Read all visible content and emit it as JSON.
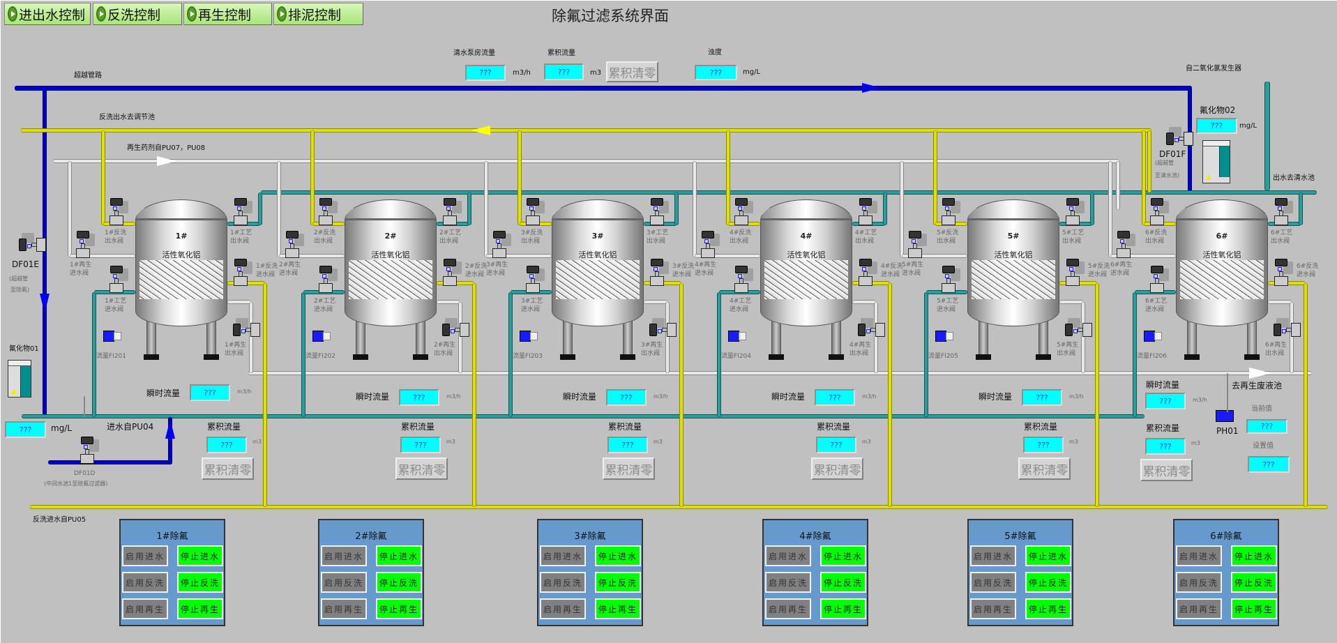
{
  "title": "除氟过滤系统界面",
  "nav_buttons": [
    "进出水控制",
    "反洗控制",
    "再生控制",
    "排泥控制"
  ],
  "pipe_labels": {
    "bypass": "超越管路",
    "backwash_out": "反洗出水去调节池",
    "regen_agent": "再生药剂自PU07，PU08",
    "inlet": "进水自PU04",
    "backwash_in": "反洗进水自PU05",
    "to_waste": "去再生废液池",
    "to_clear": "出水去清水池",
    "from_clo2": "自二氧化氯发生器"
  },
  "top_meters": {
    "clear_flow_label": "清水泵房流量",
    "clear_flow_value": "???",
    "clear_flow_unit": "m3/h",
    "cum_label": "累积流量",
    "cum_value": "???",
    "cum_unit": "m3",
    "reset": "累积清零",
    "turbidity_label": "浊度",
    "turbidity_value": "???",
    "turbidity_unit": "mg/L"
  },
  "fluoride02": {
    "label": "氟化物02",
    "value": "???",
    "unit": "mg/L"
  },
  "fluoride01": {
    "label": "氟化物01",
    "value": "???",
    "unit": "mg/L"
  },
  "valves": {
    "df01f": {
      "name": "DF01F",
      "desc1": "(超越管",
      "desc2": "至清水池)"
    },
    "df01e": {
      "name": "DF01E",
      "desc1": "(超越管",
      "desc2": "至除氟)"
    },
    "df01d": {
      "name": "DF01D",
      "desc1": "(中间水池1至除氟过滤器)"
    }
  },
  "ph": {
    "name": "PH01",
    "current_label": "当前值",
    "current_value": "???",
    "set_label": "设置值",
    "set_value": "???"
  },
  "tanks": [
    {
      "name": "1#",
      "media": "活性氧化铝",
      "v_bw_out": "1#反洗\n出水阀",
      "v_pr_out": "1#工艺\n出水阀",
      "v_rg_in": "1#再生\n进水阀",
      "v_pr_in": "1#工艺\n进水阀",
      "v_bw_in": "1#反洗\n进水阀",
      "v_rg_out": "1#再生\n出水阀",
      "flowmeter": "流量FI201",
      "inst_label": "瞬时流量",
      "inst_value": "???",
      "inst_unit": "m3/h",
      "cum_label": "累积流量",
      "cum_value": "???",
      "cum_unit": "m3",
      "reset": "累积清零"
    },
    {
      "name": "2#",
      "media": "活性氧化铝",
      "v_bw_out": "2#反洗\n出水阀",
      "v_pr_out": "2#工艺\n出水阀",
      "v_rg_in": "2#再生\n进水阀",
      "v_pr_in": "2#工艺\n进水阀",
      "v_bw_in": "2#反洗\n进水阀",
      "v_rg_out": "2#再生\n出水阀",
      "flowmeter": "流量FI202",
      "inst_label": "瞬时流量",
      "inst_value": "???",
      "inst_unit": "m3/h",
      "cum_label": "累积流量",
      "cum_value": "???",
      "cum_unit": "m3",
      "reset": "累积清零"
    },
    {
      "name": "3#",
      "media": "活性氧化铝",
      "v_bw_out": "3#反洗\n出水阀",
      "v_pr_out": "3#工艺\n出水阀",
      "v_rg_in": "3#再生\n进水阀",
      "v_pr_in": "3#工艺\n进水阀",
      "v_bw_in": "3#反洗\n进水阀",
      "v_rg_out": "3#再生\n出水阀",
      "flowmeter": "流量FI203",
      "inst_label": "瞬时流量",
      "inst_value": "???",
      "inst_unit": "m3/h",
      "cum_label": "累积流量",
      "cum_value": "???",
      "cum_unit": "m3",
      "reset": "累积清零"
    },
    {
      "name": "4#",
      "media": "活性氧化铝",
      "v_bw_out": "4#反洗\n出水阀",
      "v_pr_out": "4#工艺\n出水阀",
      "v_rg_in": "4#再生\n进水阀",
      "v_pr_in": "4#工艺\n进水阀",
      "v_bw_in": "4#反洗\n进水阀",
      "v_rg_out": "4#再生\n出水阀",
      "flowmeter": "流量FI204",
      "inst_label": "瞬时流量",
      "inst_value": "???",
      "inst_unit": "m3/h",
      "cum_label": "累积流量",
      "cum_value": "???",
      "cum_unit": "m3",
      "reset": "累积清零"
    },
    {
      "name": "5#",
      "media": "活性氧化铝",
      "v_bw_out": "5#反洗\n出水阀",
      "v_pr_out": "5#工艺\n出水阀",
      "v_rg_in": "5#再生\n进水阀",
      "v_pr_in": "5#工艺\n进水阀",
      "v_bw_in": "5#反洗\n进水阀",
      "v_rg_out": "5#再生\n出水阀",
      "flowmeter": "流量FI205",
      "inst_label": "瞬时流量",
      "inst_value": "???",
      "inst_unit": "m3/h",
      "cum_label": "累积流量",
      "cum_value": "???",
      "cum_unit": "m3",
      "reset": "累积清零"
    },
    {
      "name": "6#",
      "media": "活性氧化铝",
      "v_bw_out": "6#反洗\n出水阀",
      "v_pr_out": "6#工艺\n出水阀",
      "v_rg_in": "6#再生\n进水阀",
      "v_pr_in": "6#工艺\n进水阀",
      "v_bw_in": "6#反洗\n进水阀",
      "v_rg_out": "6#再生\n出水阀",
      "flowmeter": "流量FI206",
      "inst_label": "瞬时流量",
      "inst_value": "???",
      "inst_unit": "m3/h",
      "cum_label": "累积流量",
      "cum_value": "???",
      "cum_unit": "m3",
      "reset": "累积清零"
    }
  ],
  "panels": [
    {
      "title": "1#除氟",
      "buttons": [
        [
          "启用进水",
          "停止进水"
        ],
        [
          "启用反洗",
          "停止反洗"
        ],
        [
          "启用再生",
          "停止再生"
        ]
      ]
    },
    {
      "title": "2#除氟",
      "buttons": [
        [
          "启用进水",
          "停止进水"
        ],
        [
          "启用反洗",
          "停止反洗"
        ],
        [
          "启用再生",
          "停止再生"
        ]
      ]
    },
    {
      "title": "3#除氟",
      "buttons": [
        [
          "启用进水",
          "停止进水"
        ],
        [
          "启用反洗",
          "停止反洗"
        ],
        [
          "启用再生",
          "停止再生"
        ]
      ]
    },
    {
      "title": "4#除氟",
      "buttons": [
        [
          "启用进水",
          "停止进水"
        ],
        [
          "启用反洗",
          "停止反洗"
        ],
        [
          "启用再生",
          "停止再生"
        ]
      ]
    },
    {
      "title": "5#除氟",
      "buttons": [
        [
          "启用进水",
          "停止进水"
        ],
        [
          "启用反洗",
          "停止反洗"
        ],
        [
          "启用再生",
          "停止再生"
        ]
      ]
    },
    {
      "title": "6#除氟",
      "buttons": [
        [
          "启用进水",
          "停止进水"
        ],
        [
          "启用反洗",
          "停止反洗"
        ],
        [
          "启用再生",
          "停止再生"
        ]
      ]
    }
  ],
  "colors": {
    "blue": "#0000cc",
    "yellow": "#e0e000",
    "teal": "#2a9d9d",
    "white": "#e8e8e8",
    "value_bg": "#00ffff",
    "stop_btn": "#00ff00",
    "panel": "#6699cc"
  }
}
